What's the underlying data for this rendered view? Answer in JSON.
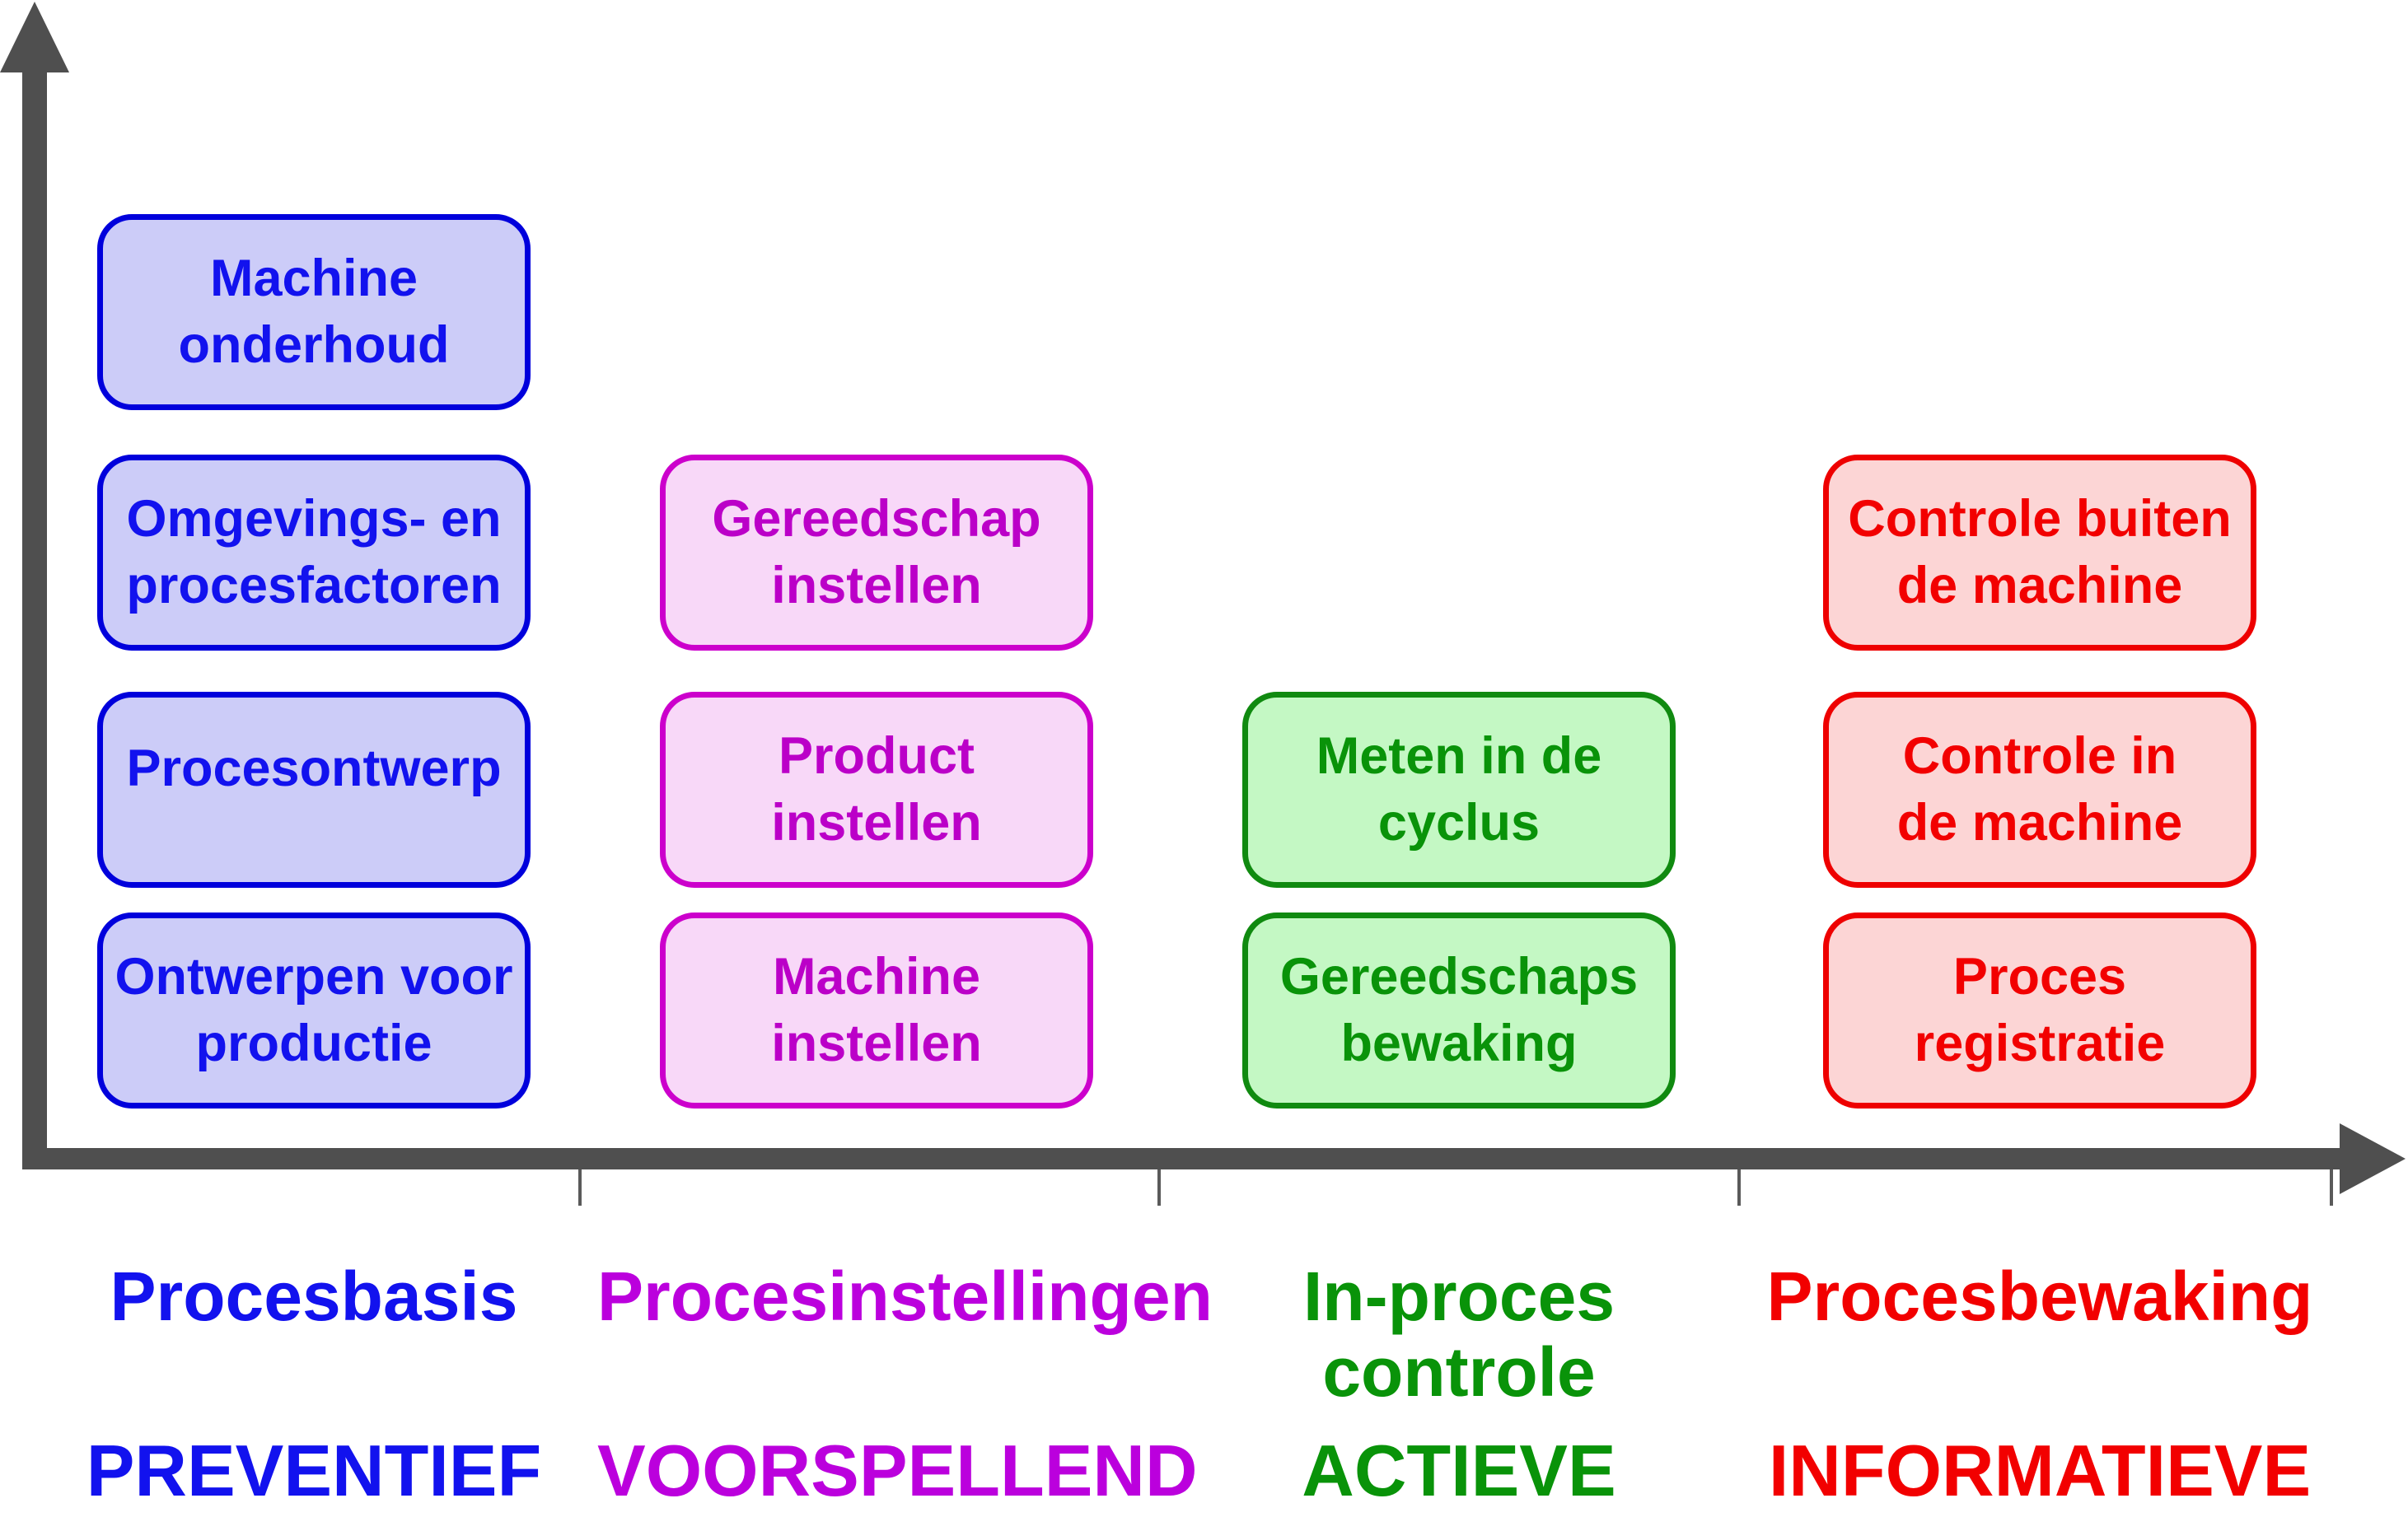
{
  "diagram": {
    "title_visible": false,
    "axis": {
      "color": "#4F4F4F",
      "tick_color": "#5A5A5A",
      "orientation": "L-shaped axes: vertical arrow up at left, horizontal arrow right at bottom"
    },
    "columns": [
      {
        "key": "procesbasis",
        "axis_label": "Procesbasis",
        "category_label": "PREVENTIEF",
        "colors": {
          "text": "#1212EE",
          "border": "#0000DC",
          "fill": "#CCCCF8",
          "label": "#1212EE"
        },
        "boxes": [
          {
            "row": 1,
            "text": "Machine\nonderhoud"
          },
          {
            "row": 2,
            "text": "Omgevings- en\nprocesfactoren"
          },
          {
            "row": 3,
            "text": "Procesontwerp"
          },
          {
            "row": 4,
            "text": "Ontwerpen voor\nproductie"
          }
        ]
      },
      {
        "key": "procesinstellingen",
        "axis_label": "Procesinstellingen",
        "category_label": "VOORSPELLEND",
        "colors": {
          "text": "#BB00C8",
          "border": "#CC00CC",
          "fill": "#F8D8F8",
          "label": "#BB00DD"
        },
        "boxes": [
          {
            "row": 2,
            "text": "Gereedschap\ninstellen"
          },
          {
            "row": 3,
            "text": "Product\ninstellen"
          },
          {
            "row": 4,
            "text": "Machine\ninstellen"
          }
        ]
      },
      {
        "key": "in-proces-controle",
        "axis_label": "In-proces controle",
        "category_label": "ACTIEVE",
        "colors": {
          "text": "#099309",
          "border": "#108A10",
          "fill": "#C4F8C4",
          "label": "#099309"
        },
        "boxes": [
          {
            "row": 3,
            "text": "Meten in de\ncyclus"
          },
          {
            "row": 4,
            "text": "Gereedschaps\nbewaking"
          }
        ]
      },
      {
        "key": "procesbewaking",
        "axis_label": "Procesbewaking",
        "category_label": "INFORMATIEVE",
        "colors": {
          "text": "#F20000",
          "border": "#EE0000",
          "fill": "#FCD5D5",
          "label": "#EE0000"
        },
        "boxes": [
          {
            "row": 2,
            "text": "Controle buiten\nde machine"
          },
          {
            "row": 3,
            "text": "Controle in\nde machine"
          },
          {
            "row": 4,
            "text": "Proces\nregistratie"
          }
        ]
      }
    ]
  }
}
